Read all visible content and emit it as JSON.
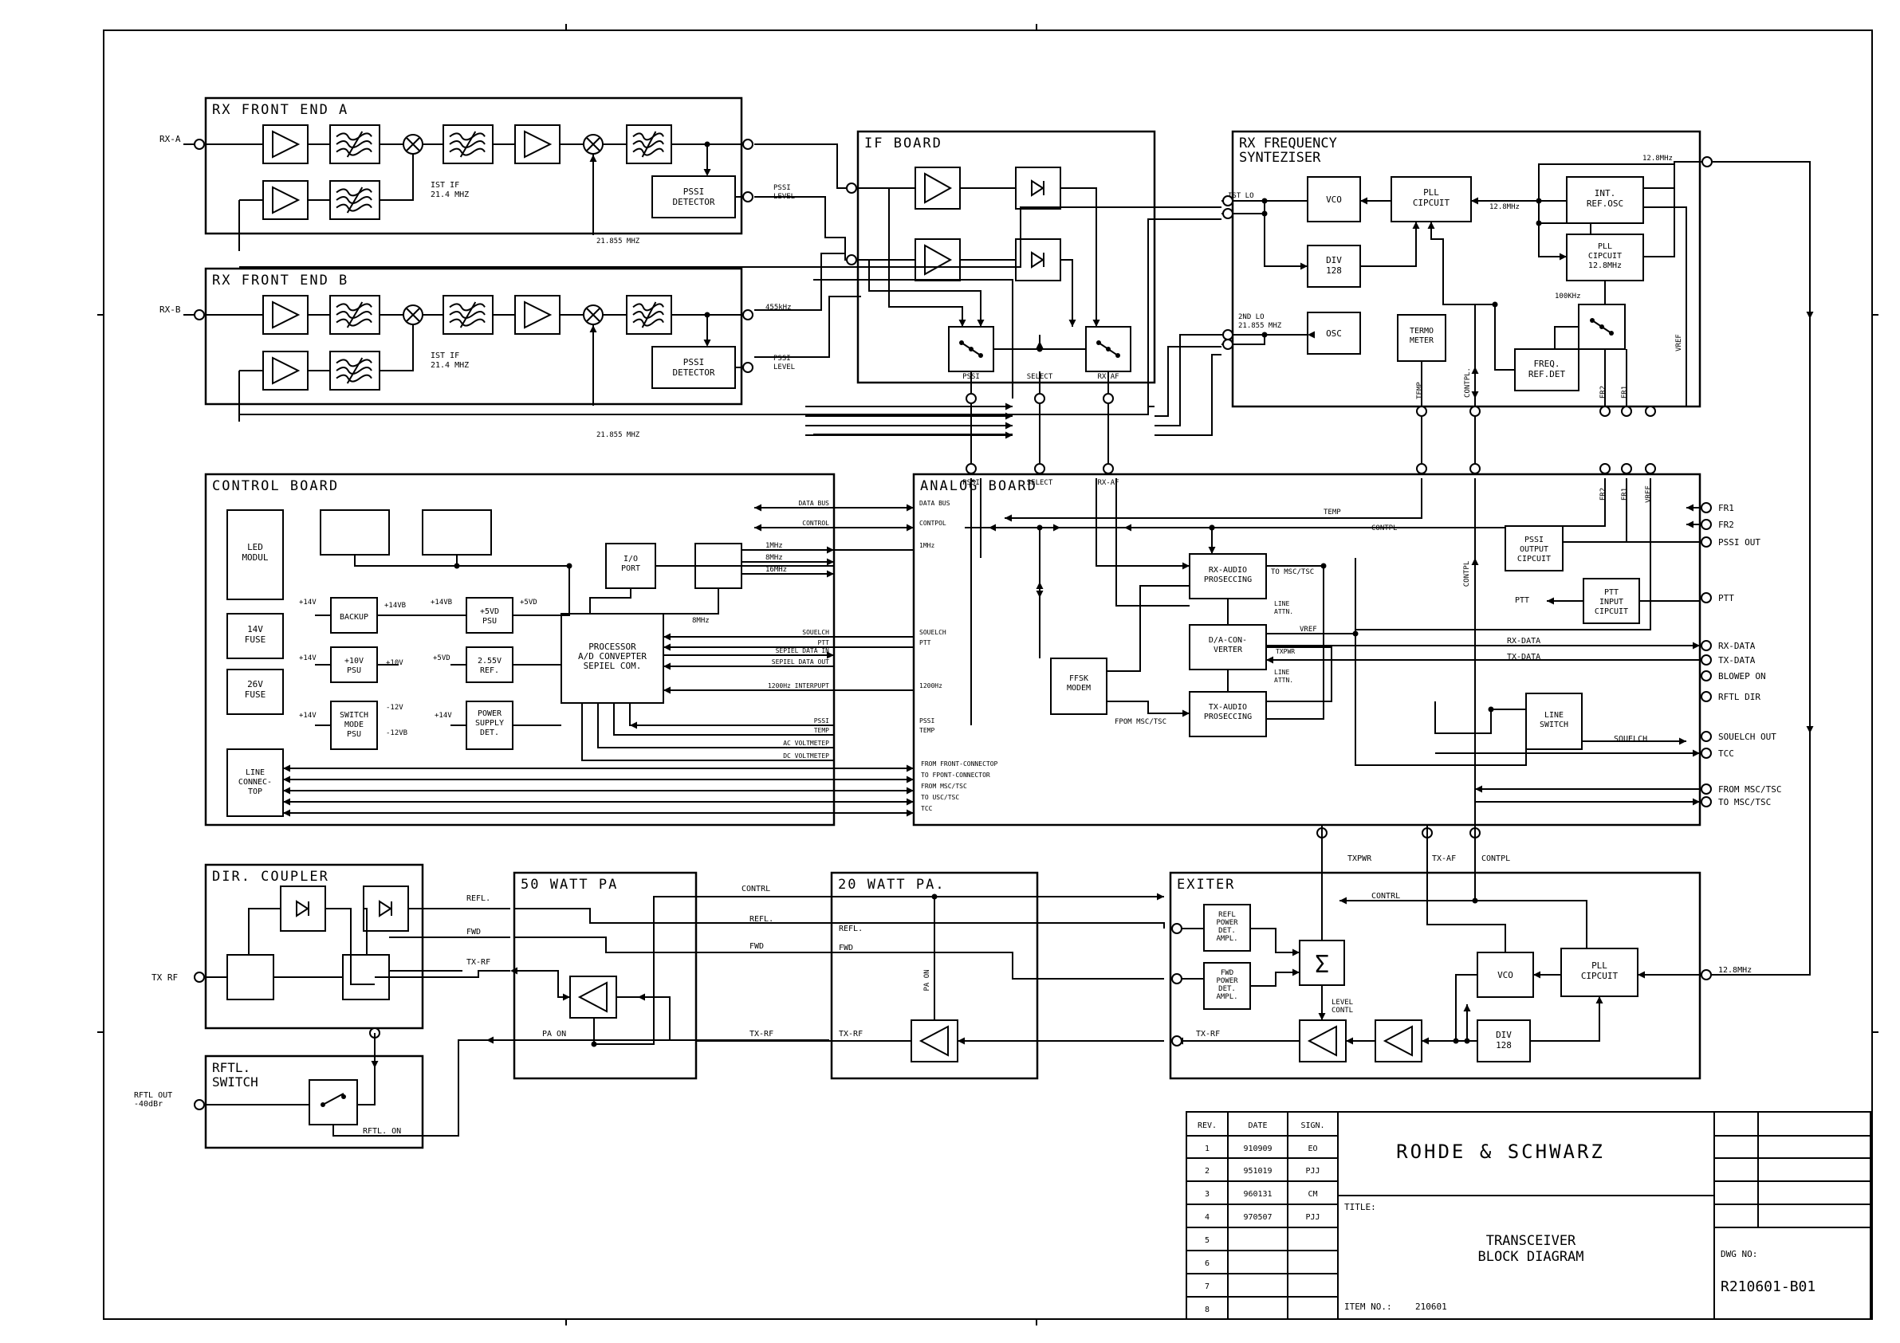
{
  "boards": {
    "rx_front_end_a": "RX FRONT END A",
    "rx_front_end_b": "RX FRONT END B",
    "if_board": "IF BOARD",
    "rx_freq_synth": [
      "RX FREQUENCY",
      "SYNTEZISER"
    ],
    "control_board": "CONTROL BOARD",
    "analog_board": "ANALOG BOARD",
    "dir_coupler": "DIR. COUPLER",
    "pa50": "50 WATT PA",
    "pa20": "20 WATT PA.",
    "exiter": "EXITER",
    "rftl_switch": [
      "RFTL.",
      "SWITCH"
    ]
  },
  "labels": {
    "rx_a": "RX-A",
    "rx_b": "RX-B",
    "ist_if_a": [
      "IST IF",
      "21.4 MHZ"
    ],
    "ist_if_b": [
      "IST IF",
      "21.4 MHZ"
    ],
    "pssi_det_a": [
      "PSSI",
      "DETECTOR"
    ],
    "pssi_det_b": [
      "PSSI",
      "DETECTOR"
    ],
    "pssi_level_a": [
      "PSSI",
      "LEVEL"
    ],
    "pssi_level_b": [
      "PSSI",
      "LEVEL"
    ],
    "khz455": "455kHz",
    "mhz_21855_a": "21.855 MHZ",
    "mhz_21855_b": "21.855 MHZ",
    "if_pssi": "PSSI",
    "if_select": "SELECT",
    "if_rxaf": "RX-AF",
    "ist_lo": "IST LO",
    "nd_lo": [
      "2ND LO",
      "21.855 MHZ"
    ],
    "vco": "VCO",
    "pll_circuit": [
      "PLL",
      "CIPCUIT"
    ],
    "mhz128_a": "12.8MHz",
    "mhz128_b": "12.8MHz",
    "int_ref_osc": [
      "INT.",
      "REF.OSC"
    ],
    "div128": [
      "DIV",
      "128"
    ],
    "pll_circuit2": [
      "PLL",
      "CIPCUIT",
      "12.8MHz"
    ],
    "khz100": "100KHz",
    "osc": "OSC",
    "termo": [
      "TERMO",
      "METER"
    ],
    "freq_ref_det": [
      "FREQ.",
      "REF.DET"
    ],
    "temp": "TEMP",
    "contpl": "CONTPL.",
    "fr2": "FR2",
    "fr1": "FR1",
    "vref": "VREF",
    "led": [
      "LED",
      "MODUL"
    ],
    "fuse14": [
      "14V",
      "FUSE"
    ],
    "fuse26": [
      "26V",
      "FUSE"
    ],
    "backup": "BACKUP",
    "psu10": [
      "+10V",
      "PSU"
    ],
    "switch_psu": [
      "SWITCH",
      "MODE",
      "PSU"
    ],
    "psu5": [
      "+5VD",
      "PSU"
    ],
    "ref255": [
      "2.55V",
      "REF."
    ],
    "ps_det": [
      "POWER",
      "SUPPLY",
      "DET."
    ],
    "line_conn": [
      "LINE",
      "CONNEC-",
      "TOP"
    ],
    "io_port": [
      "I/O",
      "PORT"
    ],
    "processor": [
      "PROCESSOR",
      "A/D CONVEPTER",
      "SEPIEL COM."
    ],
    "v14": "+14V",
    "v14b": "+14VB",
    "v5d": "+5VD",
    "v10": "+10V",
    "vm12": "-12V",
    "vm12b": "-12VB",
    "mhz8_cb": "8MHz",
    "mhz1": "1MHz",
    "mhz8": "8MHz",
    "mhz16": "16MHz",
    "cb_lines": [
      "DATA BUS",
      "CONTROL",
      "SOUELCH",
      "PTT",
      "SEPIEL DATA IN",
      "SEPIEL DATA OUT",
      "1200Hz INTERPUPT",
      "PSSI",
      "TEMP",
      "AC VOLTMETEP",
      "DC VOLTMETEP"
    ],
    "ab_lines": [
      "DATA BUS",
      "CONTPOL",
      "1MHz",
      "SOUELCH",
      "PTT",
      "1200Hz",
      "PSSI",
      "TEMP"
    ],
    "front_lines": [
      "FROM FRONT-CONNECTOP",
      "TO FPONT-CONNECTOR",
      "FROM MSC/TSC",
      "TO USC/TSC",
      "TCC"
    ],
    "ab_pssi": "PSSI",
    "ab_select": "SELECT",
    "ab_rxaf": "RX-AF",
    "ab_temp": "TEMP",
    "ab_contpl": "CONTPL",
    "rx_audio": [
      "RX-AUDIO",
      "PROSECCING"
    ],
    "da_conv": [
      "D/A-CON-",
      "VERTER"
    ],
    "tx_audio": [
      "TX-AUDIO",
      "PROSECCING"
    ],
    "ffsk": [
      "FFSK",
      "MODEM"
    ],
    "to_msc": "TO MSC/TSC",
    "from_msc": "FPOM MSC/TSC",
    "line_attn_a": [
      "LINE",
      "ATTN."
    ],
    "line_attn_b": [
      "LINE",
      "ATTN."
    ],
    "vref_ab": "VREF",
    "txpwr_ab": "TXPWR",
    "pssi_out_circ": [
      "PSSI",
      "OUTPUT",
      "CIPCUIT"
    ],
    "ptt_in": [
      "PTT",
      "INPUT",
      "CIPCUIT"
    ],
    "line_switch": [
      "LINE",
      "SWITCH"
    ],
    "rx_data": "RX-DATA",
    "tx_data": "TX-DATA",
    "contpl_ab_v": "CONTPL",
    "fr2_ab": "FR2",
    "fr1_ab": "FR1",
    "vref_ab_v": "VREF",
    "ptt_left": "PTT",
    "souelch_r": "SOUELCH",
    "right_ports": [
      "FR1",
      "FR2",
      "PSSI OUT",
      "PTT",
      "RX-DATA",
      "TX-DATA",
      "BLOWEP ON",
      "RFTL DIR",
      "SOUELCH OUT",
      "TCC",
      "FROM MSC/TSC",
      "TO MSC/TSC"
    ],
    "mhz128_right": "12.8MHz",
    "txpwr": "TXPWR",
    "tx_af": "TX-AF",
    "contpl_ex": "CONTPL",
    "tx_rf": "TX RF",
    "refl": "REFL.",
    "fwd": "FWD",
    "tx_rf_mid": "TX-RF",
    "pa_on": "PA ON",
    "contrl_pa": "CONTRL",
    "refl_pa": "REFL.",
    "fwd_pa": "FWD",
    "txrf_pa": "TX-RF",
    "refl_20": "REFL.",
    "fwd_20": "FWD",
    "txrf_20": "TX-RF",
    "pa_on_v": "PA ON",
    "contrl_ex": "CONTRL",
    "refl_pwr": [
      "REFL",
      "POWER",
      "DET.",
      "AMPL."
    ],
    "fwd_pwr": [
      "FWD",
      "POWER",
      "DET.",
      "AMPL."
    ],
    "level_contl": [
      "LEVEL",
      "CONTL"
    ],
    "vco_ex": "VCO",
    "pll_ex": [
      "PLL",
      "CIPCUIT"
    ],
    "div_ex": [
      "DIV",
      "128"
    ],
    "txrf_ex": "TX-RF",
    "rftl_out": [
      "RFTL OUT",
      "-40dBr"
    ],
    "rftl_on": "RFTL. ON"
  },
  "title_block": {
    "headers": [
      "REV.",
      "DATE",
      "SIGN."
    ],
    "rows": [
      [
        "1",
        "910909",
        "EO"
      ],
      [
        "2",
        "951019",
        "PJJ"
      ],
      [
        "3",
        "960131",
        "CM"
      ],
      [
        "4",
        "970507",
        "PJJ"
      ],
      [
        "5",
        "",
        ""
      ],
      [
        "6",
        "",
        ""
      ],
      [
        "7",
        "",
        ""
      ],
      [
        "8",
        "",
        ""
      ]
    ],
    "company": "ROHDE & SCHWARZ",
    "title_label": "TITLE:",
    "title": [
      "TRANSCEIVER",
      "BLOCK DIAGRAM"
    ],
    "item_label": "ITEM NO.:",
    "item_no": "210601",
    "dwg_label": "DWG NO:",
    "dwg_no": "R210601-B01"
  }
}
